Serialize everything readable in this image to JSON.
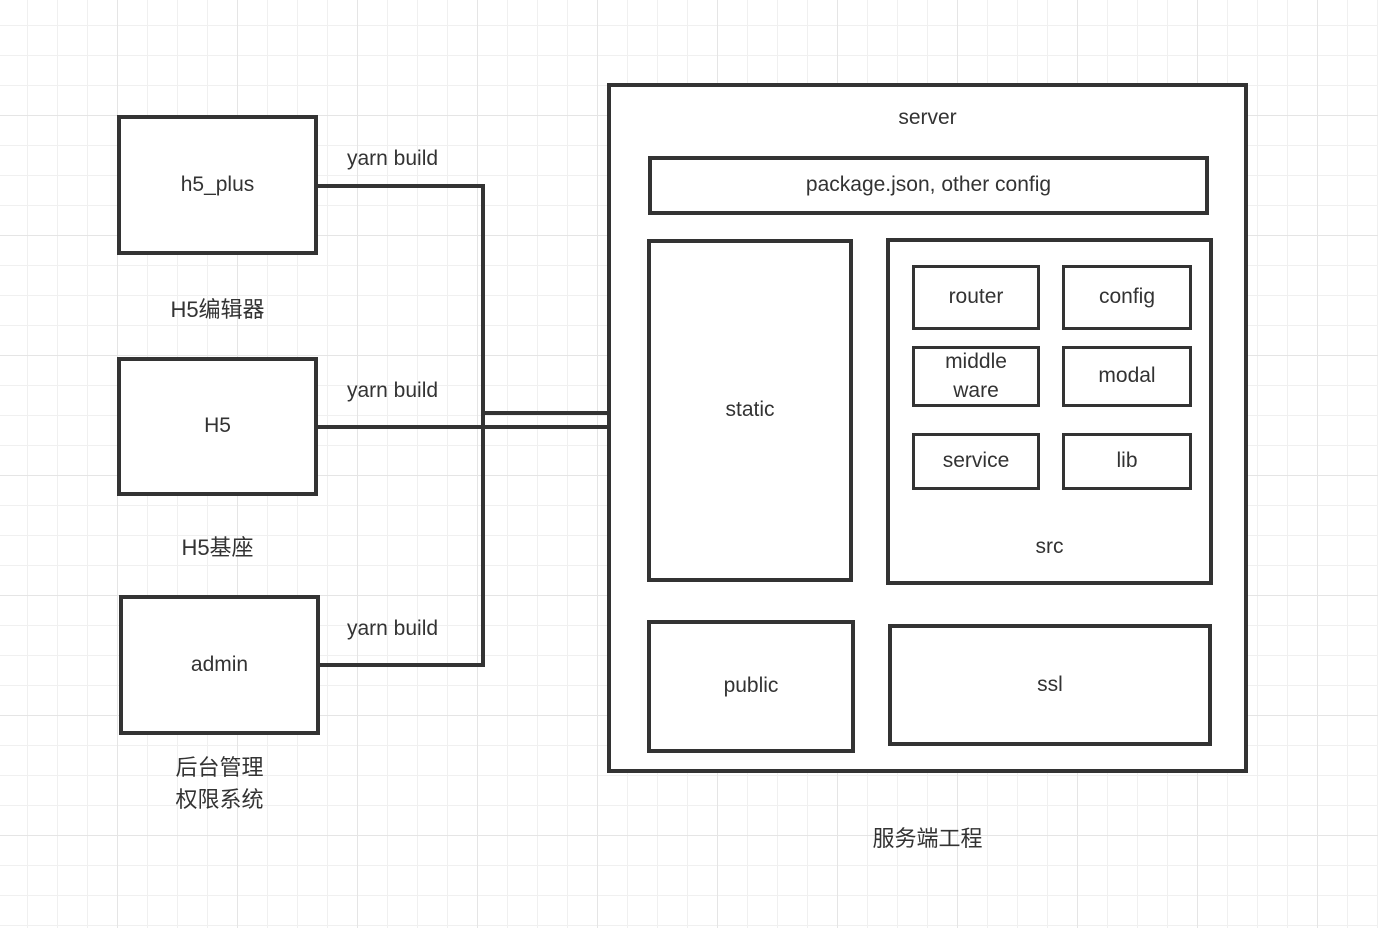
{
  "colors": {
    "line": "#333333",
    "text": "#333333",
    "bg": "#ffffff",
    "grid_minor": "#f0f0f0",
    "grid_major": "#e5e5e5"
  },
  "sources": [
    {
      "label": "h5_plus",
      "caption": "H5编辑器",
      "edge_label": "yarn build"
    },
    {
      "label": "H5",
      "caption": "H5基座",
      "edge_label": "yarn build"
    },
    {
      "label": "admin",
      "caption": "后台管理\n权限系统",
      "edge_label": "yarn build"
    }
  ],
  "server": {
    "title": "server",
    "caption": "服务端工程",
    "config_box_label": "package.json, other config",
    "static_label": "static",
    "public_label": "public",
    "ssl_label": "ssl",
    "src_group": {
      "label": "src",
      "items": [
        {
          "label": "router"
        },
        {
          "label": "config"
        },
        {
          "label": "middle\nware"
        },
        {
          "label": "modal"
        },
        {
          "label": "service"
        },
        {
          "label": "lib"
        }
      ]
    }
  }
}
